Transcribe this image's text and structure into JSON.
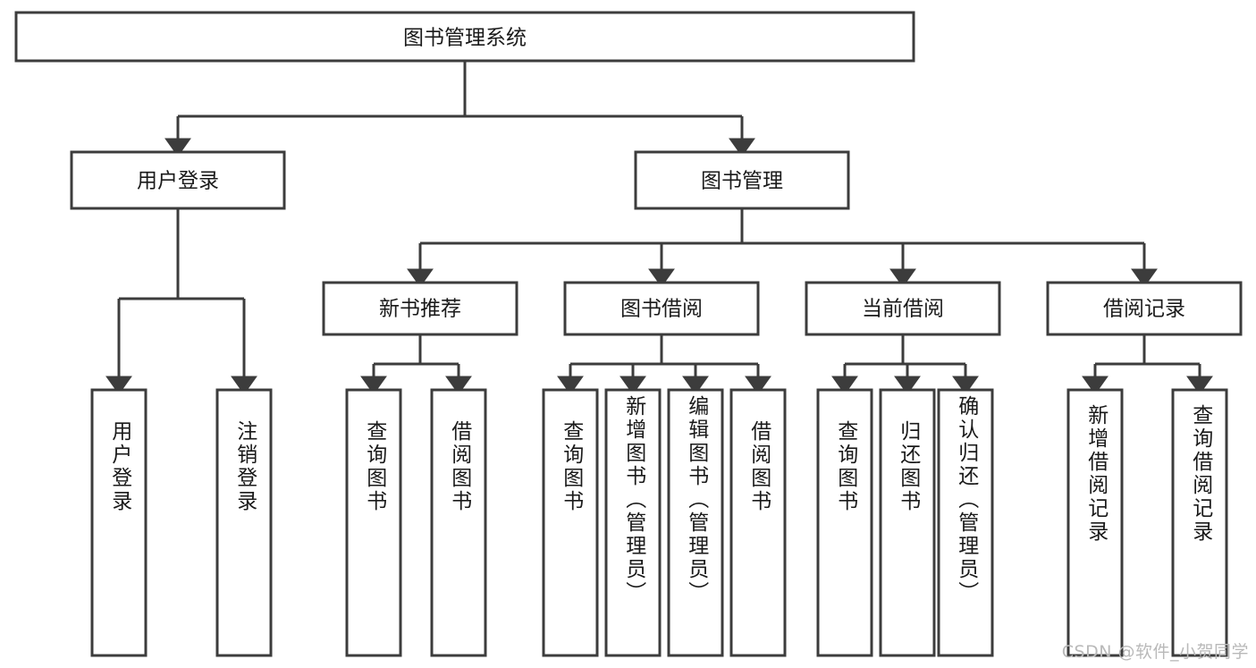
{
  "diagram": {
    "title": "图书管理系统",
    "type": "tree-hierarchy",
    "orientation": "top-down",
    "arrow_style": "filled-triangle",
    "colors": {
      "stroke": "#3c3c3c",
      "fill": "#ffffff",
      "text": "#1a1a1a",
      "watermark": "#b9b9b9",
      "background": "#ffffff"
    },
    "root": {
      "label": "图书管理系统"
    },
    "level2": [
      {
        "label": "用户登录"
      },
      {
        "label": "图书管理"
      }
    ],
    "level3": [
      {
        "label": "新书推荐"
      },
      {
        "label": "图书借阅"
      },
      {
        "label": "当前借阅"
      },
      {
        "label": "借阅记录"
      }
    ],
    "leaves": [
      {
        "label": "用户登录",
        "parent": "用户登录"
      },
      {
        "label": "注销登录",
        "parent": "用户登录"
      },
      {
        "label": "查询图书",
        "parent": "新书推荐"
      },
      {
        "label": "借阅图书",
        "parent": "新书推荐"
      },
      {
        "label": "查询图书",
        "parent": "图书借阅"
      },
      {
        "label": "新增图书（管理员）",
        "parent": "图书借阅"
      },
      {
        "label": "编辑图书（管理员）",
        "parent": "图书借阅"
      },
      {
        "label": "借阅图书",
        "parent": "图书借阅"
      },
      {
        "label": "查询图书",
        "parent": "当前借阅"
      },
      {
        "label": "归还图书",
        "parent": "当前借阅"
      },
      {
        "label": "确认归还（管理员）",
        "parent": "当前借阅"
      },
      {
        "label": "新增借阅记录",
        "parent": "借阅记录"
      },
      {
        "label": "查询借阅记录",
        "parent": "借阅记录"
      }
    ]
  },
  "watermark": {
    "text": "CSDN @软件_小贺同学"
  }
}
